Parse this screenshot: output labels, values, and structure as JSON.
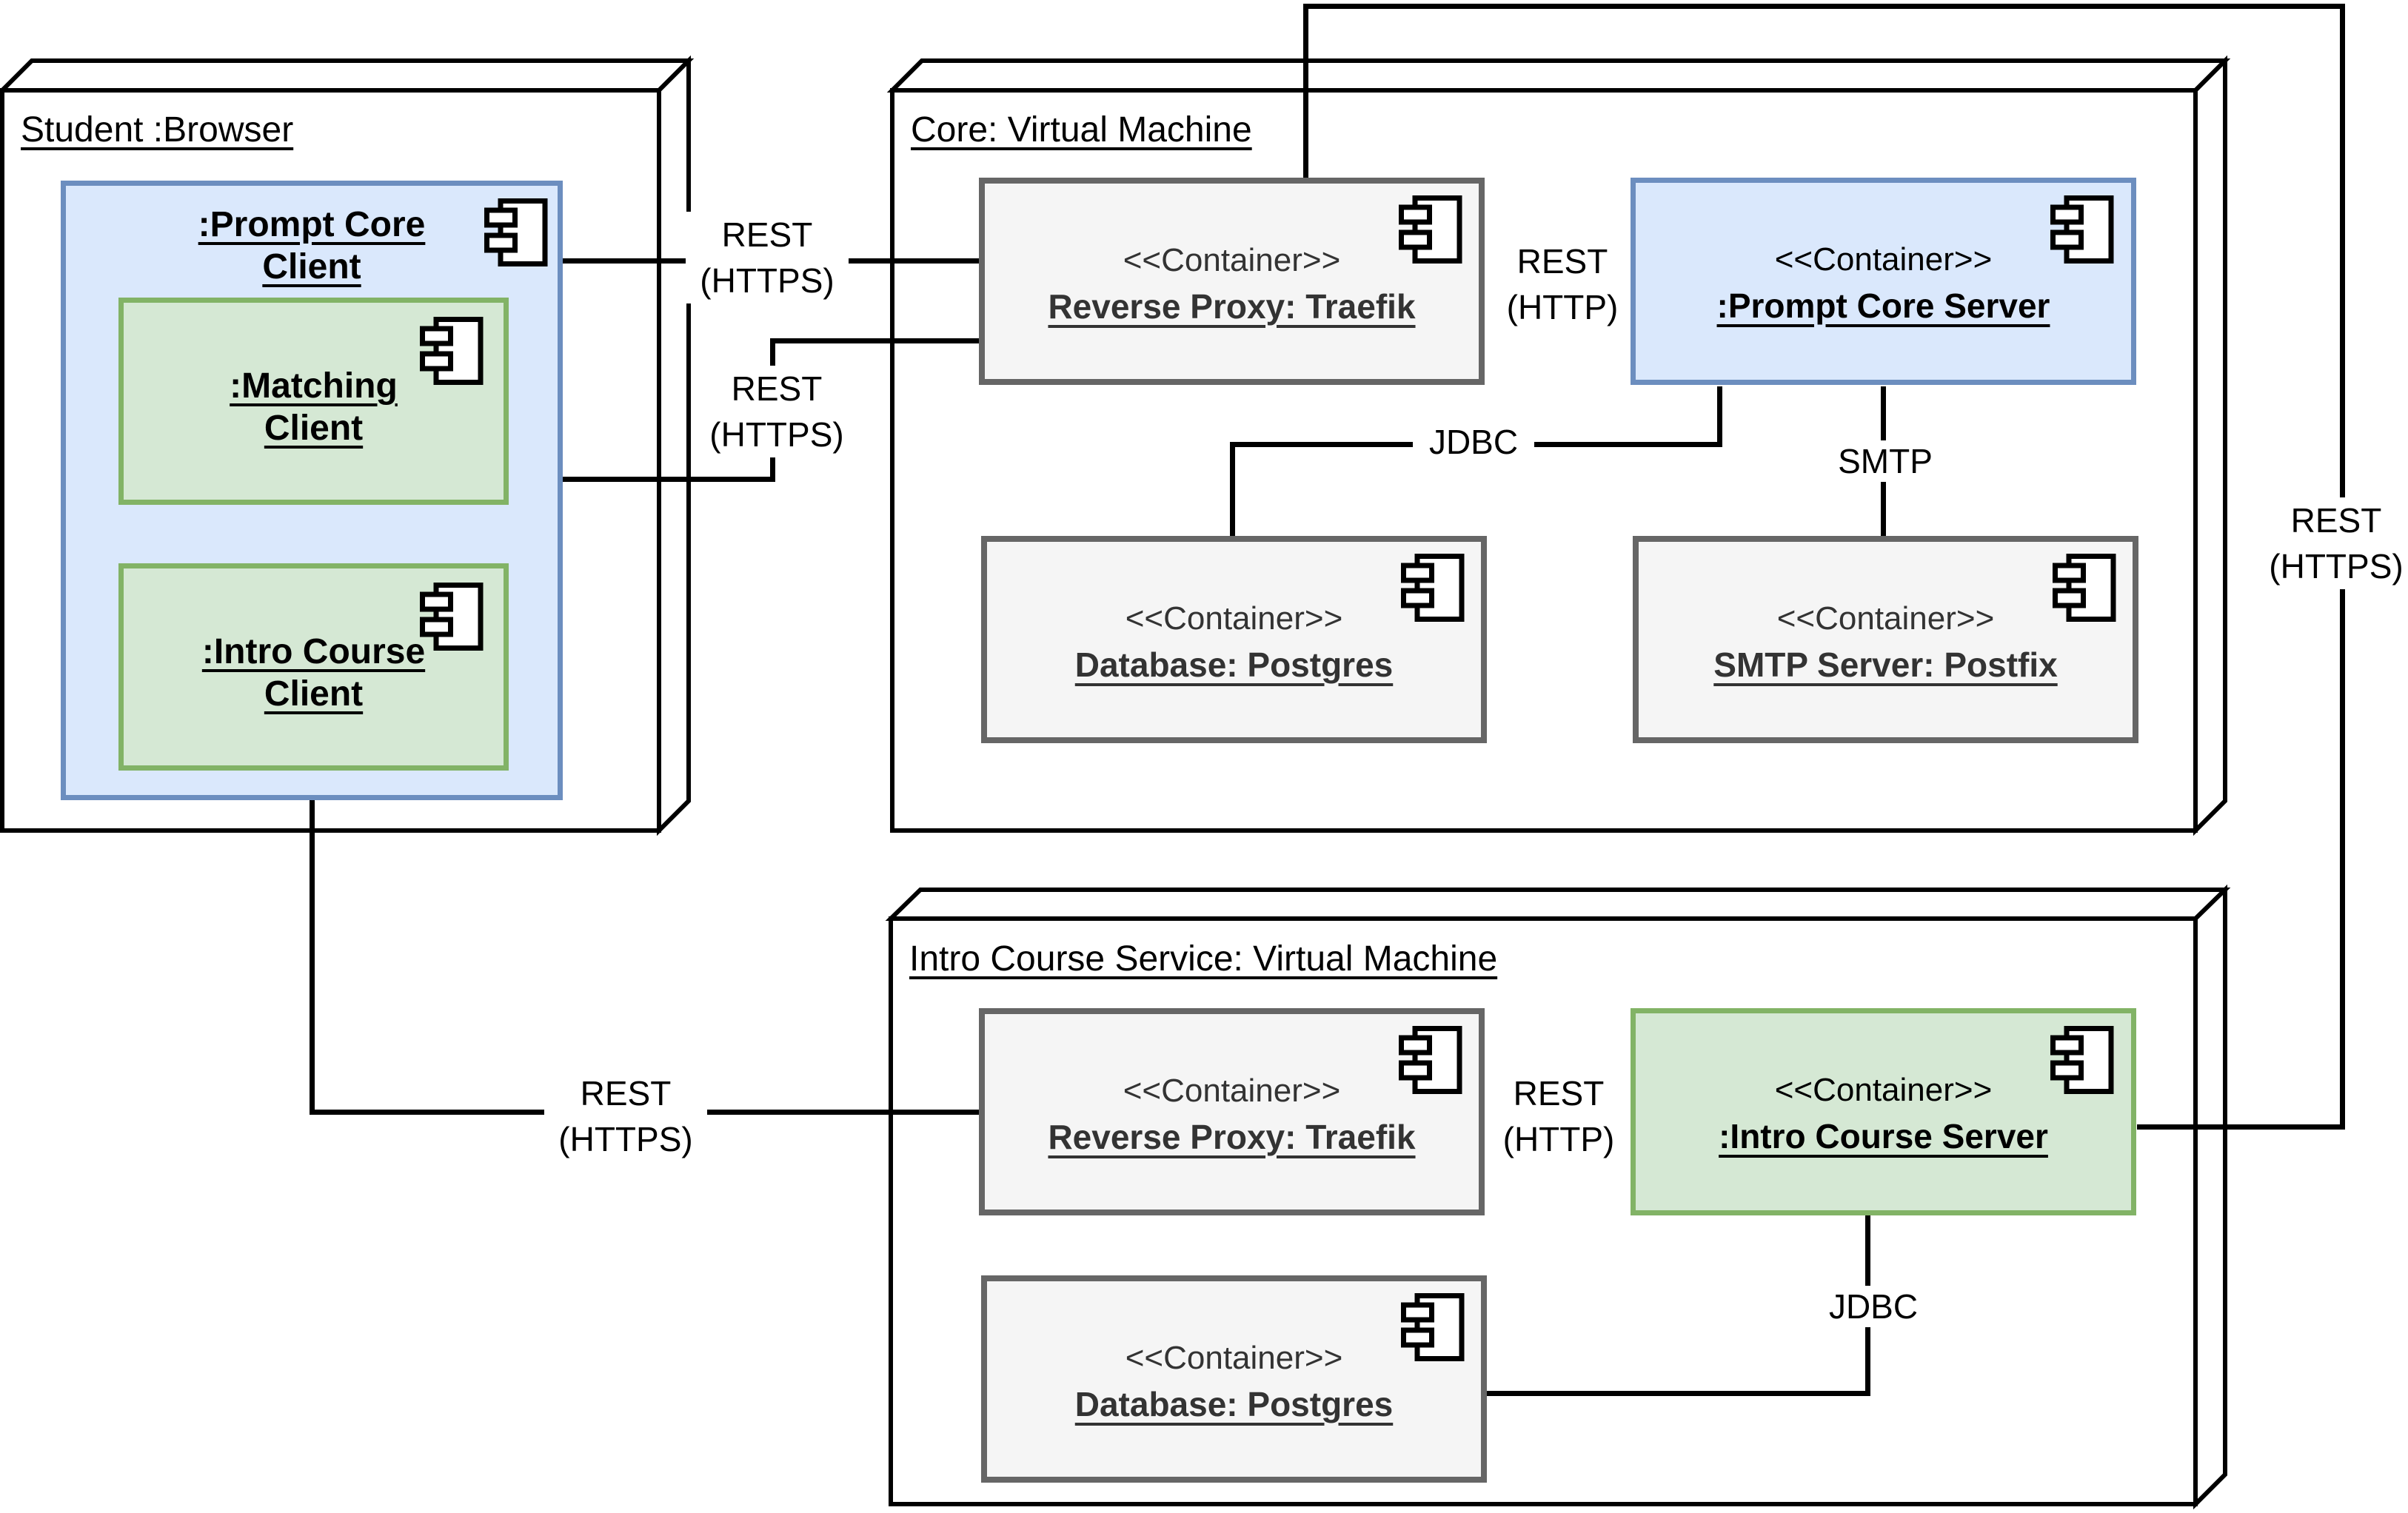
{
  "diagram_type": "uml-deployment-diagram",
  "theme": {
    "blue-fill": "#dae8fc",
    "blue-stroke": "#6c8ebf",
    "green-fill": "#d5e8d4",
    "green-stroke": "#82b366",
    "gray-fill": "#f5f5f5",
    "gray-stroke": "#666666",
    "node-stroke": "#000000",
    "line-color": "#000000",
    "container-text": "#333333"
  },
  "nodes": {
    "student": {
      "label": "Student :Browser"
    },
    "core": {
      "label": "Core: Virtual Machine"
    },
    "intro": {
      "label": "Intro Course Service: Virtual Machine"
    }
  },
  "components": {
    "prompt_core_client": {
      "line1": ":Prompt Core",
      "line2": "Client"
    },
    "matching_client": {
      "line1": ":Matching",
      "line2": "Client"
    },
    "intro_course_client": {
      "line1": ":Intro Course",
      "line2": "Client"
    },
    "core_proxy": {
      "stereotype": "<<Container>>",
      "name": "Reverse Proxy: Traefik"
    },
    "core_server": {
      "stereotype": "<<Container>>",
      "name": ":Prompt Core Server"
    },
    "core_db": {
      "stereotype": "<<Container>>",
      "name": "Database: Postgres"
    },
    "core_smtp": {
      "stereotype": "<<Container>>",
      "name": "SMTP Server: Postfix"
    },
    "intro_proxy": {
      "stereotype": "<<Container>>",
      "name": "Reverse Proxy: Traefik"
    },
    "intro_server": {
      "stereotype": "<<Container>>",
      "name": ":Intro Course Server"
    },
    "intro_db": {
      "stereotype": "<<Container>>",
      "name": "Database: Postgres"
    }
  },
  "connections": {
    "client_to_core_proxy": {
      "line1": "REST",
      "line2": "(HTTPS)"
    },
    "matching_to_core_proxy": {
      "line1": "REST",
      "line2": "(HTTPS)"
    },
    "core_proxy_to_core_server": {
      "line1": "REST",
      "line2": "(HTTP)"
    },
    "core_server_to_core_db": {
      "label": "JDBC"
    },
    "core_server_to_core_smtp": {
      "label": "SMTP"
    },
    "intro_server_to_core_proxy": {
      "line1": "REST",
      "line2": "(HTTPS)"
    },
    "intro_client_to_intro_proxy": {
      "line1": "REST",
      "line2": "(HTTPS)"
    },
    "intro_proxy_to_intro_server": {
      "line1": "REST",
      "line2": "(HTTP)"
    },
    "intro_server_to_intro_db": {
      "label": "JDBC"
    }
  }
}
